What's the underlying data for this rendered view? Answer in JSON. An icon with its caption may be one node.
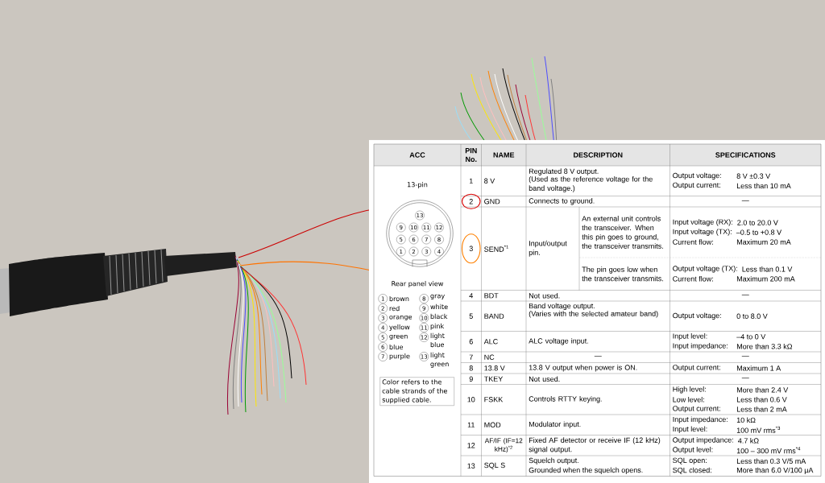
{
  "diagram": {
    "labels": [
      "ACC",
      "PIN No.",
      "NAME",
      "DESCRIPTION",
      "SPECIFICATIONS",
      "13-pin",
      "13",
      "9",
      "10",
      "11",
      "12",
      "5",
      "6",
      "7",
      "8",
      "1",
      "2",
      "3",
      "4",
      "Rear panel view",
      "1",
      "brown",
      "8",
      "gray",
      "2",
      "red",
      "9",
      "white",
      "3",
      "orange",
      "10",
      "black",
      "4",
      "yellow",
      "11",
      "pink",
      "5",
      "green",
      "12",
      "light blue",
      "6",
      "blue",
      "13",
      "light green",
      "7",
      "purple",
      "Color refers to the cable strands of the supplied cable.",
      "1",
      "8 V",
      "Regulated 8 V output.",
      "(Used as the reference voltage for the band voltage.)",
      "Output voltage:",
      "8 V ±0.3 V",
      "Output current:",
      "Less than 10 mA",
      "2",
      "GND",
      "Connects to ground.",
      "—",
      "3",
      "SEND$^{*1}$",
      "Input/output pin.",
      "An external unit controls the transceiver. When this pin goes to ground, the transceiver transmits.",
      "Input voltage (RX):",
      "2.0 to 20.0 V",
      "Input voltage (TX):",
      "–0.5 to +0.8 V",
      "Current flow:",
      "Maximum 20 mA",
      "The pin goes low when the transceiver transmits.",
      "Output voltage (TX):",
      "Less than 0.1 V",
      "Current flow:",
      "Maximum 200 mA",
      "4",
      "BDT",
      "Not used.",
      "—",
      "5",
      "BAND",
      "Band voltage output.",
      "(Varies with the selected amateur band)",
      "Output voltage:",
      "0 to 8.0 V",
      "6",
      "ALC",
      "ALC voltage input.",
      "Input level:",
      "–4 to 0 V",
      "Input impedance:",
      "More than 3.3 kΩ",
      "7",
      "NC",
      "—",
      "—",
      "8",
      "13.8 V",
      "13.8 V output when power is ON.",
      "Output current:",
      "Maximum 1 A",
      "9",
      "TKEY",
      "Not used.",
      "—",
      "10",
      "FSKK",
      "Controls RTTY keying.",
      "High level:",
      "More than 2.4 V",
      "Low level:",
      "Less than 0.6 V",
      "Output current:",
      "Less than 2 mA",
      "11",
      "MOD",
      "Modulator input.",
      "Input impedance:",
      "10 kΩ",
      "Input level:",
      "100 mV rms$^{*3}$",
      "12",
      "AF/IF (IF=12 kHz)$^{*2}$",
      "Fixed AF detector or receive IF (12 kHz) signal output.",
      "Output impedance:",
      "4.7 kΩ",
      "Output level:",
      "100 – 300 mV rms$^{*4}$",
      "13",
      "SQL S",
      "Squelch output.",
      "Grounded when the squelch opens.",
      "SQL open:",
      "Less than 0.3 V/5 mA",
      "SQL closed:",
      "More than 6.0 V/100 μA"
    ]
  }
}
